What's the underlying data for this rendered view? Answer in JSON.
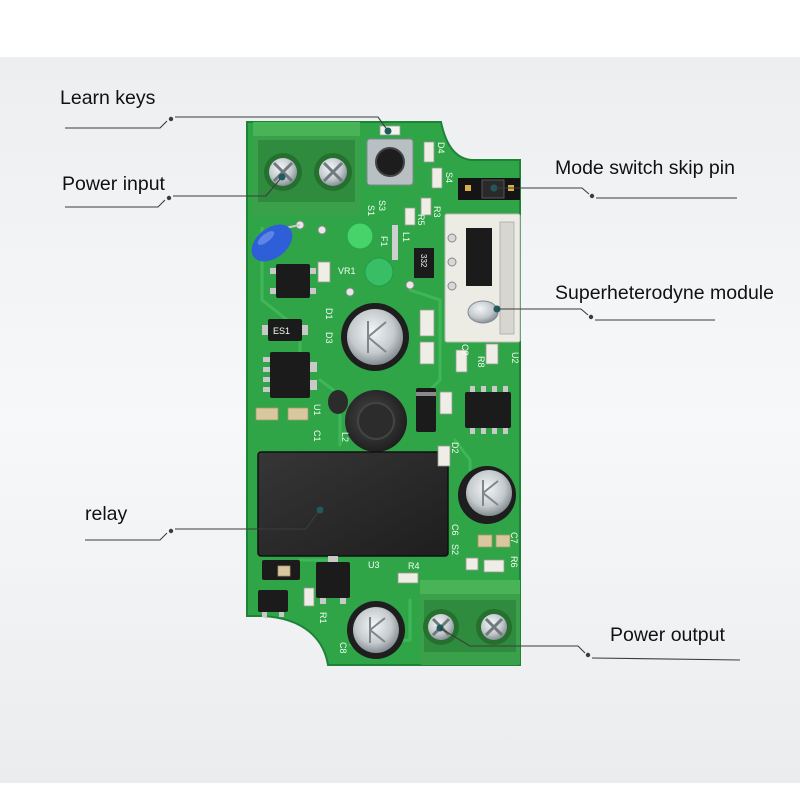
{
  "callouts": {
    "learn_keys": "Learn keys",
    "power_input": "Power input",
    "mode_switch_skip_pin": "Mode switch skip pin",
    "superheterodyne_module": "Superheterodyne module",
    "relay": "relay",
    "power_output": "Power output"
  },
  "silkscreen": [
    "S3",
    "S1",
    "D4",
    "S4",
    "R3",
    "R5",
    "F1",
    "L1",
    "VR1",
    "332",
    "D1",
    "D3",
    "ES1",
    "U1",
    "C1",
    "L2",
    "C2",
    "R8",
    "U2",
    "D2",
    "C6",
    "S2",
    "C7",
    "R6",
    "R4",
    "U3",
    "R1",
    "C8"
  ],
  "colors": {
    "board": "#2fa548",
    "board_edge": "#1f8337",
    "terminal_block": "#3aa04a",
    "relay_body": "#2a2a2a",
    "rf_module": "#ecebe4",
    "blue_capacitor": "#2f5fd8",
    "green_led": "#46d36a"
  }
}
